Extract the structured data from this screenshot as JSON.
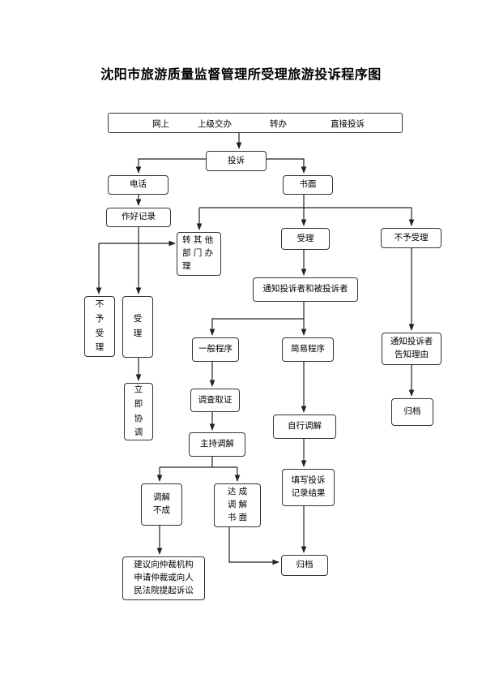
{
  "title": "沈阳市旅游质量监督管理所受理旅游投诉程序图",
  "sources": [
    "网上",
    "上级交办",
    "转办",
    "直接投诉"
  ],
  "nodes": {
    "complaint": "投诉",
    "phone": "电话",
    "written": "书面",
    "record": "作好记录",
    "transfer": "转 其 他\n部 门 办\n理",
    "accept_right": "受理",
    "reject_right": "不予受理",
    "notify_both": "通知投诉者和被投诉者",
    "reject_left": "不\n予\n受\n理",
    "accept_left": "受\n理",
    "general": "一般程序",
    "simple": "简易程序",
    "notify_reason": "通知投诉者\n告知理由",
    "immediate": "立\n即\n协\n调",
    "investigate": "调查取证",
    "archive_right": "归档",
    "self_mediate": "自行调解",
    "mediate": "主持调解",
    "fill_record": "填写投诉\n记录结果",
    "fail": "调解\n不成",
    "success": "达  成\n调  解\n书  面",
    "archive_mid": "归档",
    "arbitration": "建议向仲裁机构\n申请仲裁或向人\n民法院提起诉讼"
  }
}
